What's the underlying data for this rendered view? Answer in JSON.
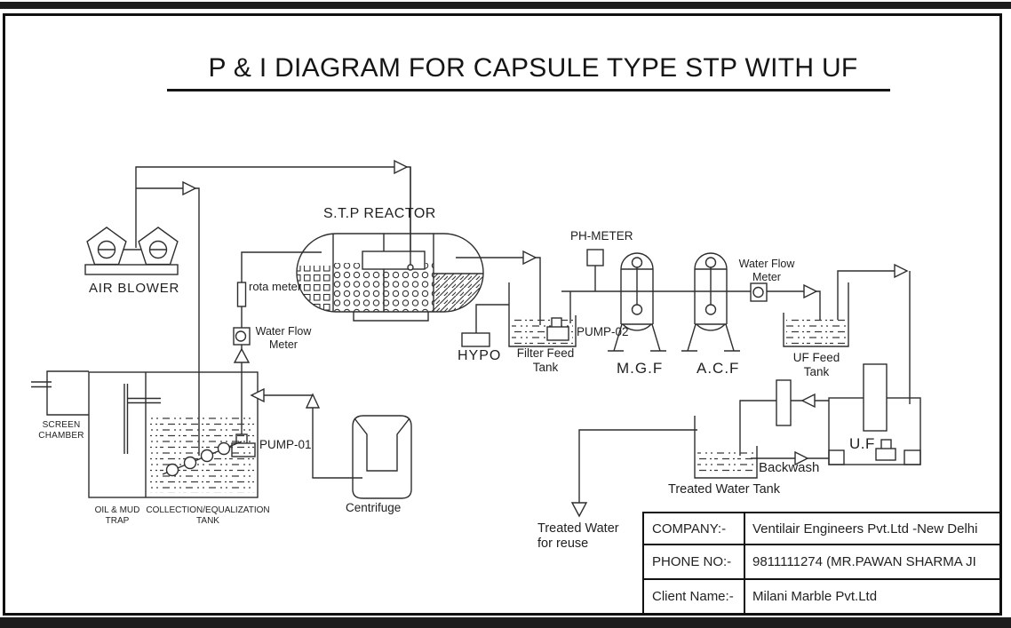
{
  "title": "P & I DIAGRAM FOR CAPSULE TYPE STP WITH UF",
  "colors": {
    "ink": "#2e2e2e",
    "frame": "#101010",
    "background": "#ffffff"
  },
  "labels": {
    "air_blower": "AIR BLOWER",
    "stp_reactor": "S.T.P REACTOR",
    "rota_meter": "rota meter",
    "water_flow_meter_left": "Water Flow\nMeter",
    "water_flow_meter_right": "Water Flow\nMeter",
    "screen_chamber": "SCREEN\nCHAMBER",
    "oil_mud_trap": "OIL & MUD\nTRAP",
    "collection_tank": "COLLECTION/EQUALIZATION\nTANK",
    "pump_01": "PUMP-01",
    "pump_02": "PUMP-02",
    "centrifuge": "Centrifuge",
    "hypo": "HYPO",
    "filter_feed_tank": "Filter Feed\nTank",
    "ph_meter": "PH-METER",
    "mgf": "M.G.F",
    "acf": "A.C.F",
    "uf_feed_tank": "UF Feed\nTank",
    "uf": "U.F",
    "backwash": "Backwash",
    "treated_water_tank": "Treated Water Tank",
    "treated_water_reuse": "Treated Water\nfor reuse"
  },
  "table": {
    "rows": [
      {
        "label": "COMPANY:-",
        "value": "Ventilair Engineers Pvt.Ltd -New Delhi"
      },
      {
        "label": "PHONE NO:-",
        "value": "9811111274 (MR.PAWAN SHARMA JI"
      },
      {
        "label": "Client Name:-",
        "value": "Milani Marble Pvt.Ltd"
      }
    ]
  }
}
